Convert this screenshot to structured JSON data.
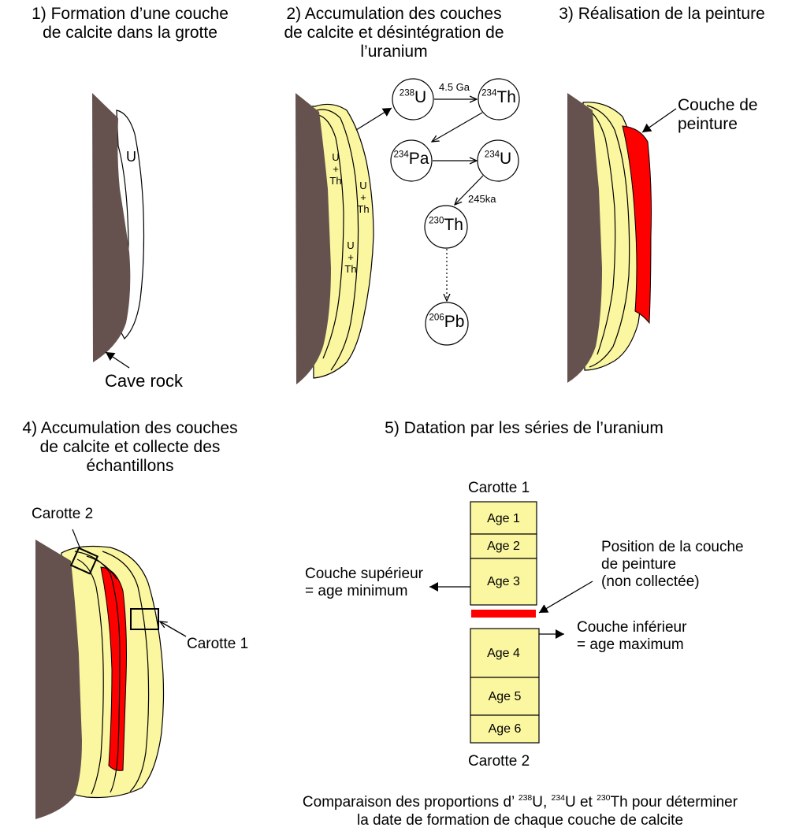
{
  "panels": {
    "p1": {
      "title_line1": "1) Formation d’une couche",
      "title_line2": "de calcite dans la grotte",
      "u_label": "U",
      "rock_label": "Cave rock"
    },
    "p2": {
      "title_line1": "2) Accumulation des couches",
      "title_line2": "de calcite et désintégration de",
      "title_line3": "l’uranium",
      "layer_u": "U",
      "layer_plus": "+",
      "layer_th": "Th"
    },
    "p3": {
      "title": "3) Réalisation de la peinture",
      "paint_line1": "Couche de",
      "paint_line2": "peinture"
    },
    "p4": {
      "title_line1": "4) Accumulation des couches",
      "title_line2": "de calcite et collecte des",
      "title_line3": "échantillons",
      "core2": "Carotte 2",
      "core1": "Carotte 1"
    },
    "p5": {
      "title": "5) Datation par les séries de l’uranium",
      "core1": "Carotte 1",
      "core2": "Carotte 2",
      "ages": [
        "Age 1",
        "Age 2",
        "Age 3",
        "Age 4",
        "Age 5",
        "Age 6"
      ],
      "upper_line1": "Couche supérieur",
      "upper_line2": "= age minimum",
      "paint_line1": "Position de la couche",
      "paint_line2": "de peinture",
      "paint_line3": "(non collectée)",
      "lower_line1": "Couche inférieur",
      "lower_line2": "= age maximum"
    }
  },
  "decay_chain": {
    "nodes": [
      {
        "mass": "238",
        "symbol": "U"
      },
      {
        "mass": "234",
        "symbol": "Th"
      },
      {
        "mass": "234",
        "symbol": "Pa"
      },
      {
        "mass": "234",
        "symbol": "U"
      },
      {
        "mass": "230",
        "symbol": "Th"
      },
      {
        "mass": "206",
        "symbol": "Pb"
      }
    ],
    "half_life_1": "4.5 Ga",
    "half_life_2": "245ka"
  },
  "caption": {
    "line1_prefix": "Comparaison des proportions d’ ",
    "iso1_mass": "238",
    "iso1_symbol": "U, ",
    "iso2_mass": "234",
    "iso2_symbol": "U et ",
    "iso3_mass": "230",
    "iso3_symbol": "Th pour déterminer",
    "line2": "la date de formation de chaque couche de calcite"
  },
  "colors": {
    "rock": "#65524f",
    "calcite": "#fbf6a0",
    "paint": "#ff0000",
    "line": "#000000"
  }
}
